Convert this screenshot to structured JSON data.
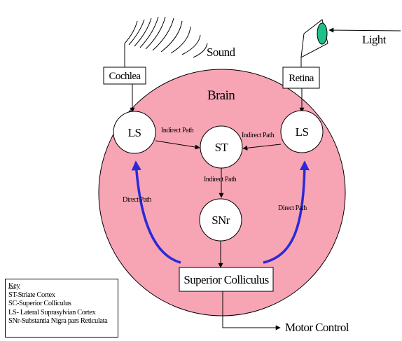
{
  "labels": {
    "sound": "Sound",
    "light": "Light",
    "cochlea": "Cochlea",
    "retina": "Retina",
    "brain": "Brain",
    "ls_left": "LS",
    "ls_right": "LS",
    "st": "ST",
    "snr": "SNr",
    "superior_colliculus": "Superior Colliculus",
    "motor_control": "Motor Control",
    "indirect_path_left": "Indirect Path",
    "indirect_path_right": "Indirect Path",
    "indirect_path_center": "Indirect Path",
    "direct_path_left": "Direct Path",
    "direct_path_right": "Direct Path"
  },
  "key": {
    "title": "Key",
    "items": [
      "ST-Striate Cortex",
      "SC-Superior Colliculus",
      "LS- Lateral Suprasylvian Cortex",
      "SNr-Substantia Nigra pars Reticulata"
    ]
  },
  "colors": {
    "brain_fill": "#f7a4b5",
    "direct_path": "#2a2ad8",
    "lens": "#1fbf8c"
  }
}
